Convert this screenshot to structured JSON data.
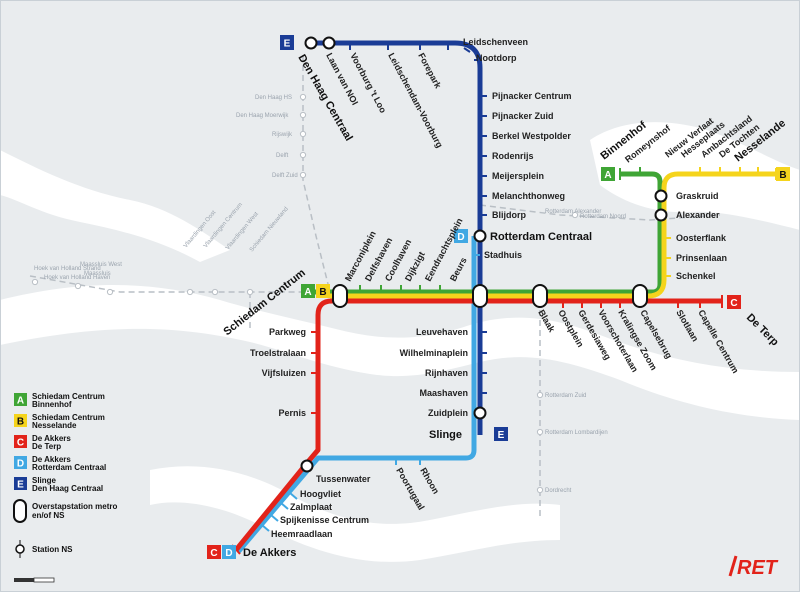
{
  "colors": {
    "A": "#3fa535",
    "B": "#f5d41c",
    "C": "#e2231a",
    "D": "#41a8e3",
    "E": "#1a3c96",
    "water": "#ffffff",
    "land": "#e9ecee",
    "brand": "#e2231a"
  },
  "terminals": {
    "den_haag": "Den Haag Centraal",
    "schiedam": "Schiedam Centrum",
    "binnenhof": "Binnenhof",
    "nesselande": "Nesselande",
    "de_terp": "De Terp",
    "de_akkers": "De Akkers",
    "slinge": "Slinge",
    "rotterdam": "Rotterdam Centraal"
  },
  "stations": {
    "e_top": [
      "Laan van NOI",
      "Voorburg 't Loo",
      "Leidschendam-Voorburg",
      "Forepark"
    ],
    "e_right_top": [
      "Leidschenveen",
      "Nootdorp"
    ],
    "e_vertical": [
      "Pijnacker Centrum",
      "Pijnacker Zuid",
      "Berkel Westpolder",
      "Rodenrijs",
      "Meijersplein",
      "Melanchthonweg",
      "Blijdorp"
    ],
    "stadhuis": "Stadhuis",
    "ab_west": [
      "Marconiplein",
      "Delfshaven",
      "Coolhaven",
      "Dijkzigt",
      "Eendrachtsplein",
      "Beurs"
    ],
    "c_east": [
      "Blaak",
      "Oostplein",
      "Gerdesiaweg",
      "Voorschoterlaan",
      "Kralingse Zoom",
      "Capelsebrug"
    ],
    "c_terp": [
      "Slotlaan",
      "Capelle Centrum"
    ],
    "b_north": [
      "Graskruid",
      "Alexander",
      "Oosterflank",
      "Prinsenlaan",
      "Schenkel"
    ],
    "a_north": [
      "Romeynshof"
    ],
    "b_diag": [
      "Nieuw Verlaat",
      "Hesseplaats",
      "Ambachtsland",
      "De Tochten"
    ],
    "d_south": [
      "Leuvehaven",
      "Wilhelminaplein",
      "Rijnhaven",
      "Maashaven",
      "Zuidplein"
    ],
    "c_west": [
      "Parkweg",
      "Troelstralaan",
      "Vijfsluizen",
      "Pernis"
    ],
    "d_bottom": [
      "Rhoon",
      "Poortugaal"
    ],
    "spijkenisse": [
      "Tussenwater",
      "Hoogvliet",
      "Zalmplaat",
      "Spijkenisse Centrum",
      "Heemraadlaan"
    ]
  },
  "faint_labels": {
    "den_haag_lines": [
      "Den Haag HS",
      "Den Haag Moerwijk",
      "Rijswijk",
      "Delft",
      "Delft Zuid"
    ],
    "west": [
      "Hoek van Holland Strand",
      "Hoek van Holland Haven",
      "Maassluis West",
      "Maassluis",
      "Vlaardingen Oost",
      "Vlaardingen Centrum",
      "Vlaardingen West",
      "Schiedam Nieuwland"
    ],
    "east": [
      "Rotterdam Noord",
      "Rotterdam Alexander"
    ],
    "south": [
      "Rotterdam Zuid",
      "Rotterdam Lombardijen",
      "Dordrecht"
    ]
  },
  "legend": [
    {
      "key": "A",
      "lines": [
        "Schiedam Centrum",
        "Binnenhof"
      ]
    },
    {
      "key": "B",
      "lines": [
        "Schiedam Centrum",
        "Nesselande"
      ]
    },
    {
      "key": "C",
      "lines": [
        "De Akkers",
        "De Terp"
      ]
    },
    {
      "key": "D",
      "lines": [
        "De Akkers",
        "Rotterdam Centraal"
      ]
    },
    {
      "key": "E",
      "lines": [
        "Slinge",
        "Den Haag Centraal"
      ]
    }
  ],
  "legend_interchange": [
    "Overstapstation metro",
    "en/of NS"
  ],
  "legend_ns": "Station NS",
  "logo": "RET"
}
